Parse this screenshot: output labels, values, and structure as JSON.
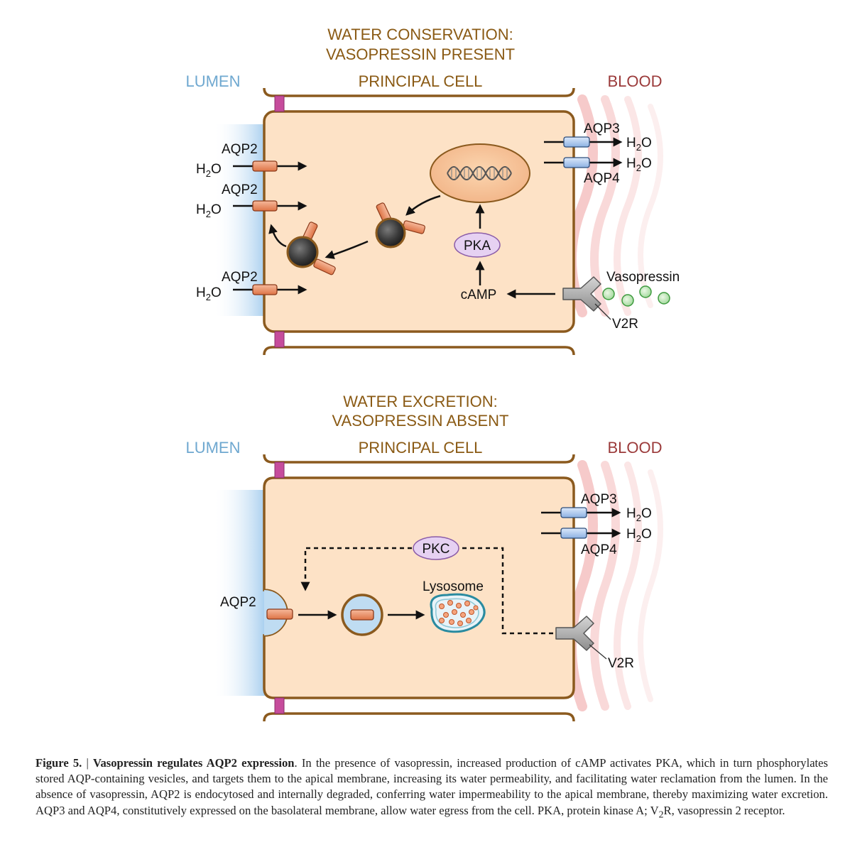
{
  "panels": [
    {
      "title_line1": "WATER CONSERVATION:",
      "title_line2": "VASOPRESSIN PRESENT",
      "lumen_label": "LUMEN",
      "cell_label": "PRINCIPAL CELL",
      "blood_label": "BLOOD",
      "aqp2_labels": [
        "AQP2",
        "AQP2",
        "AQP2"
      ],
      "h2o_labels": [
        "H",
        "H",
        "H"
      ],
      "aqp3_label": "AQP3",
      "aqp4_label": "AQP4",
      "blood_h2o_labels": [
        "H",
        "H"
      ],
      "pka_label": "PKA",
      "camp_label": "cAMP",
      "vasopressin_label": "Vasopressin",
      "v2r_label": "V2R"
    },
    {
      "title_line1": "WATER EXCRETION:",
      "title_line2": "VASOPRESSIN ABSENT",
      "lumen_label": "LUMEN",
      "cell_label": "PRINCIPAL CELL",
      "blood_label": "BLOOD",
      "aqp2_label": "AQP2",
      "aqp3_label": "AQP3",
      "aqp4_label": "AQP4",
      "blood_h2o_labels": [
        "H",
        "H"
      ],
      "pkc_label": "PKC",
      "lysosome_label": "Lysosome",
      "v2r_label": "V2R"
    }
  ],
  "h2o_subscript": "2",
  "h2o_suffix": "O",
  "caption": {
    "figure_label": "Figure 5.",
    "separator": " | ",
    "bold_title": "Vasopressin regulates AQP2 expression",
    "text": ". In the presence of vasopressin, increased production of cAMP activates PKA, which in turn phosphorylates stored AQP-containing vesicles, and targets them to the apical membrane, increasing its water permeability, and facilitating water reclamation from the lumen. In the absence of vasopressin, AQP2 is endocytosed and internally degraded, conferring water impermeability to the apical membrane, thereby maximizing water excretion. AQP3 and AQP4, constitutively expressed on the basolateral membrane, allow water egress from the cell. PKA, protein kinase A; V",
    "v2r_sub": "2",
    "text_end": "R, vasopressin 2 receptor."
  },
  "colors": {
    "title": "#8a5a14",
    "lumen": "#6fa8d0",
    "blood": "#9b3a3a",
    "cell_fill": "#fde2c6",
    "cell_border": "#8b5a1e",
    "aqp2": "#e8865a",
    "aqp3_4": "#a9c6ec",
    "junction": "#c64c9c",
    "kinase": "#e6d1f2",
    "vasopressin": "#bde4b0"
  }
}
